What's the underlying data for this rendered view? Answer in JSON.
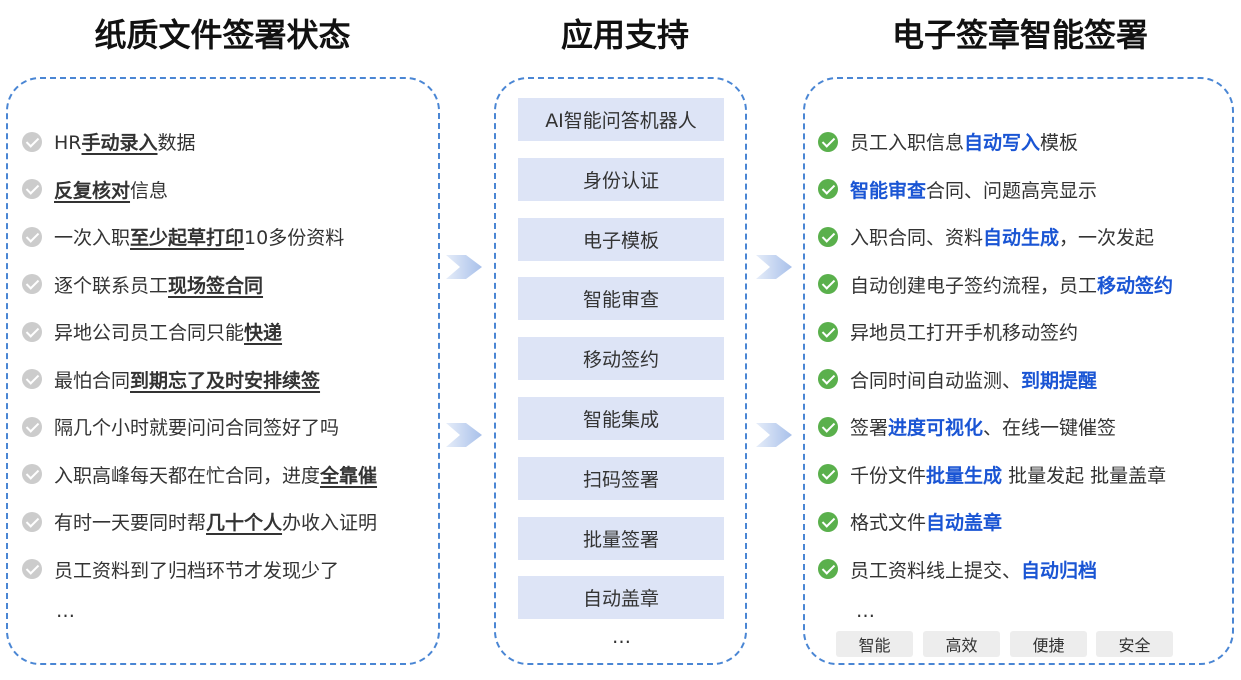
{
  "titles": {
    "left": "纸质文件签署状态",
    "middle": "应用支持",
    "right": "电子签章智能签署"
  },
  "left_items": [
    [
      {
        "t": "HR",
        "h": false
      },
      {
        "t": "手动录入",
        "h": true
      },
      {
        "t": "数据",
        "h": false
      }
    ],
    [
      {
        "t": "反复核对",
        "h": true
      },
      {
        "t": "信息",
        "h": false
      }
    ],
    [
      {
        "t": "一次入职",
        "h": false
      },
      {
        "t": "至少起草打印",
        "h": true
      },
      {
        "t": "10多份资料",
        "h": false
      }
    ],
    [
      {
        "t": "逐个联系员工",
        "h": false
      },
      {
        "t": "现场签合同",
        "h": true
      }
    ],
    [
      {
        "t": "异地公司员工合同只能",
        "h": false
      },
      {
        "t": "快递",
        "h": true
      }
    ],
    [
      {
        "t": "最怕合同",
        "h": false
      },
      {
        "t": "到期忘了及时安排续签",
        "h": true
      }
    ],
    [
      {
        "t": "隔几个小时就要问问合同签好了吗",
        "h": false
      }
    ],
    [
      {
        "t": "入职高峰每天都在忙合同，进度",
        "h": false
      },
      {
        "t": "全靠催",
        "h": true
      }
    ],
    [
      {
        "t": "有时一天要同时帮",
        "h": false
      },
      {
        "t": "几十个人",
        "h": true
      },
      {
        "t": "办收入证明",
        "h": false
      }
    ],
    [
      {
        "t": "员工资料到了归档环节才发现少了",
        "h": false
      }
    ]
  ],
  "left_ellipsis": "…",
  "middle_items": [
    "AI智能问答机器人",
    "身份认证",
    "电子模板",
    "智能审查",
    "移动签约",
    "智能集成",
    "扫码签署",
    "批量签署",
    "自动盖章"
  ],
  "middle_ellipsis": "…",
  "right_items": [
    [
      {
        "t": "员工入职信息",
        "h": false
      },
      {
        "t": "自动写入",
        "h": true
      },
      {
        "t": "模板",
        "h": false
      }
    ],
    [
      {
        "t": "智能审查",
        "h": true
      },
      {
        "t": "合同、问题高亮显示",
        "h": false
      }
    ],
    [
      {
        "t": "入职合同、资料",
        "h": false
      },
      {
        "t": "自动生成",
        "h": true
      },
      {
        "t": "，一次发起",
        "h": false
      }
    ],
    [
      {
        "t": "自动创建电子签约流程，员工",
        "h": false
      },
      {
        "t": "移动签约",
        "h": true
      }
    ],
    [
      {
        "t": "异地员工打开手机移动签约",
        "h": false
      }
    ],
    [
      {
        "t": "合同时间自动监测、",
        "h": false
      },
      {
        "t": "到期提醒",
        "h": true
      }
    ],
    [
      {
        "t": "签署",
        "h": false
      },
      {
        "t": "进度可视化",
        "h": true
      },
      {
        "t": "、在线一键催签",
        "h": false
      }
    ],
    [
      {
        "t": "千份文件",
        "h": false
      },
      {
        "t": "批量生成",
        "h": true
      },
      {
        "t": " 批量发起 批量盖章",
        "h": false
      }
    ],
    [
      {
        "t": "格式文件",
        "h": false
      },
      {
        "t": "自动盖章",
        "h": true
      }
    ],
    [
      {
        "t": "员工资料线上提交、",
        "h": false
      },
      {
        "t": "自动归档",
        "h": true
      }
    ]
  ],
  "right_ellipsis": "…",
  "tags": [
    "智能",
    "高效",
    "便捷",
    "安全"
  ],
  "colors": {
    "panel_border": "#4a86d4",
    "highlight_blue": "#1a55d4",
    "check_green": "#5ab04c",
    "check_grey": "#cccccc",
    "feature_bg": "#dde4f6",
    "tag_bg": "#ededed"
  },
  "icons": {
    "left_bullet": "check-circle-grey-icon",
    "right_bullet": "check-circle-green-icon",
    "connector": "double-chevron-right-arrow-icon"
  }
}
